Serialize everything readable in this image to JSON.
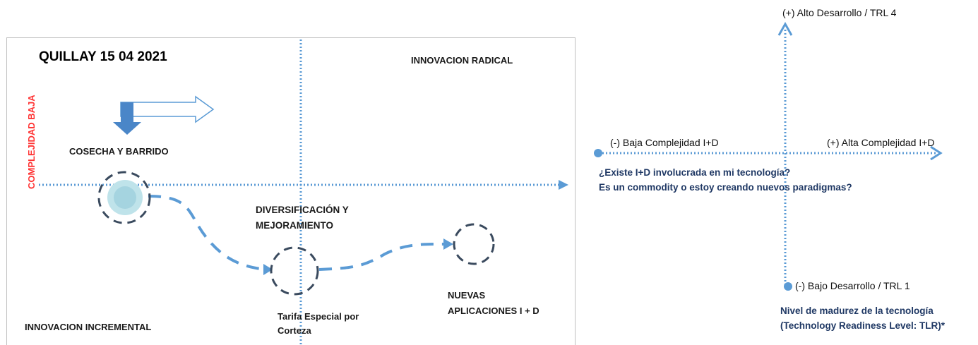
{
  "left_panel": {
    "title": "QUILLAY  15 04 2021",
    "innovacion_radical": "INNOVACION RADICAL",
    "innovacion_incremental": "INNOVACION INCREMENTAL",
    "complejidad_baja": "COMPLEJIDAD BAJA",
    "cosecha": "COSECHA Y BARRIDO",
    "diversificacion_line1": "DIVERSIFICACIÓN Y",
    "diversificacion_line2": "MEJORAMIENTO",
    "tarifa_line1": "Tarifa Especial por",
    "tarifa_line2": "Corteza",
    "nuevas_line1": "NUEVAS",
    "nuevas_line2": "APLICACIONES I + D"
  },
  "right_panel": {
    "alto_desarrollo": "(+) Alto Desarrollo / TRL 4",
    "bajo_desarrollo": "(-) Bajo Desarrollo / TRL 1",
    "baja_complejidad": "(-) Baja Complejidad I+D",
    "alta_complejidad": "(+) Alta Complejidad I+D",
    "question_line1": "¿Existe I+D involucrada en mi tecnología?",
    "question_line2": "Es un commodity o estoy creando nuevos paradigmas?",
    "madurez_line1": "Nivel de madurez de la tecnología",
    "madurez_line2": "(Technology Readiness Level: TLR)*"
  },
  "colors": {
    "axis_blue": "#5b9bd5",
    "path_blue": "#5b9bd5",
    "circle_dark": "#3a4a5e",
    "navy_text": "#1f3864",
    "red_label": "#ff3333"
  }
}
